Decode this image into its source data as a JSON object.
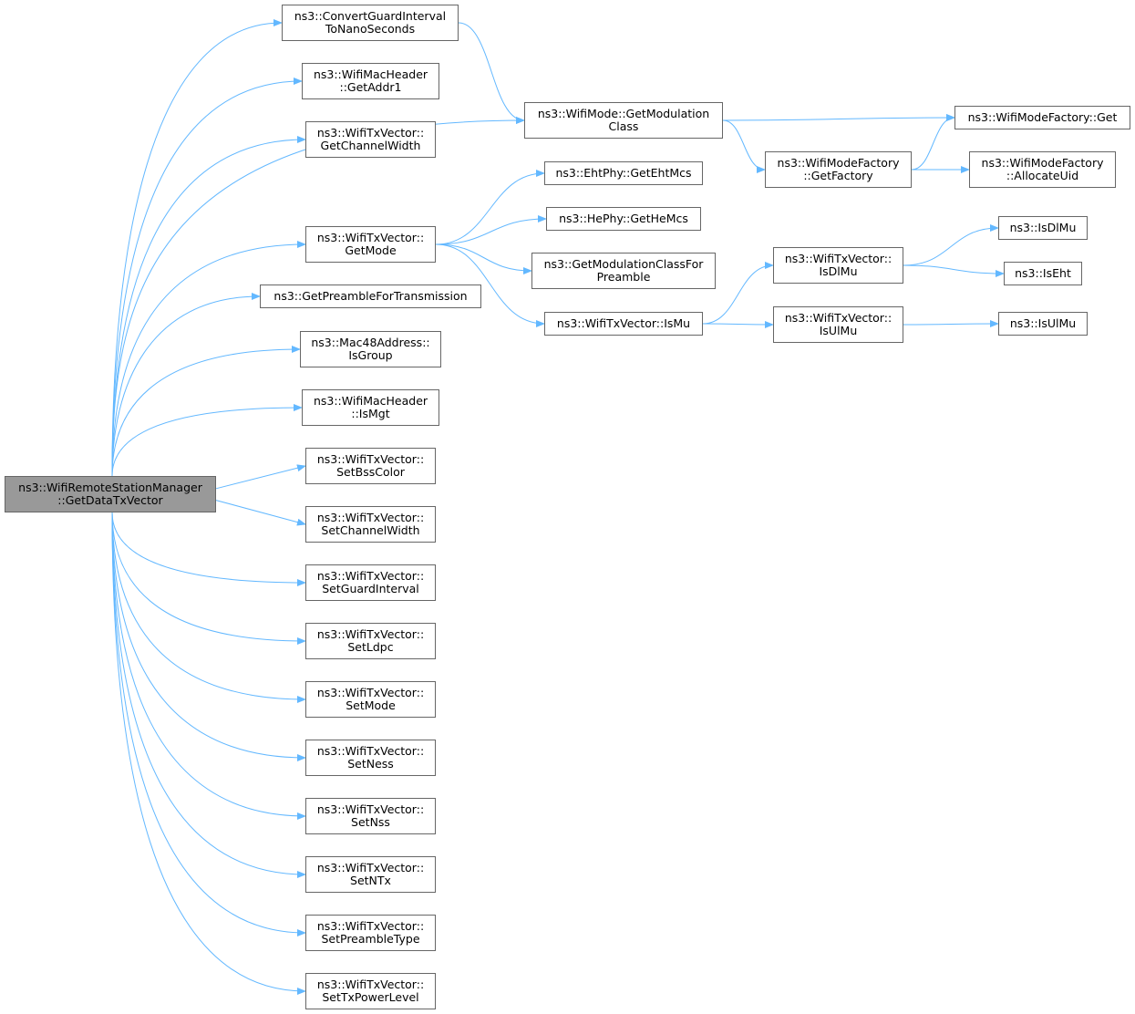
{
  "colors": {
    "edge": "#63b8ff",
    "node_border": "#666666",
    "root_fill": "#999999"
  },
  "nodes": {
    "root": [
      "ns3::WifiRemoteStationManager",
      "::GetDataTxVector"
    ],
    "convert_gi": [
      "ns3::ConvertGuardInterval",
      "ToNanoSeconds"
    ],
    "get_addr1": [
      "ns3::WifiMacHeader",
      "::GetAddr1"
    ],
    "get_channel_width": [
      "ns3::WifiTxVector::",
      "GetChannelWidth"
    ],
    "get_mode": [
      "ns3::WifiTxVector::",
      "GetMode"
    ],
    "get_preamble_tx": [
      "ns3::GetPreambleForTransmission"
    ],
    "is_group": [
      "ns3::Mac48Address::",
      "IsGroup"
    ],
    "is_mgt": [
      "ns3::WifiMacHeader",
      "::IsMgt"
    ],
    "set_bss_color": [
      "ns3::WifiTxVector::",
      "SetBssColor"
    ],
    "set_channel_width": [
      "ns3::WifiTxVector::",
      "SetChannelWidth"
    ],
    "set_guard_interval": [
      "ns3::WifiTxVector::",
      "SetGuardInterval"
    ],
    "set_ldpc": [
      "ns3::WifiTxVector::",
      "SetLdpc"
    ],
    "set_mode": [
      "ns3::WifiTxVector::",
      "SetMode"
    ],
    "set_ness": [
      "ns3::WifiTxVector::",
      "SetNess"
    ],
    "set_nss": [
      "ns3::WifiTxVector::",
      "SetNss"
    ],
    "set_ntx": [
      "ns3::WifiTxVector::",
      "SetNTx"
    ],
    "set_preamble_type": [
      "ns3::WifiTxVector::",
      "SetPreambleType"
    ],
    "set_tx_power_level": [
      "ns3::WifiTxVector::",
      "SetTxPowerLevel"
    ],
    "get_modulation_class": [
      "ns3::WifiMode::GetModulation",
      "Class"
    ],
    "get_eht_mcs": [
      "ns3::EhtPhy::GetEhtMcs"
    ],
    "get_he_mcs": [
      "ns3::HePhy::GetHeMcs"
    ],
    "get_mod_class_for_preamble": [
      "ns3::GetModulationClassFor",
      "Preamble"
    ],
    "is_mu": [
      "ns3::WifiTxVector::IsMu"
    ],
    "factory_get": [
      "ns3::WifiModeFactory::Get"
    ],
    "get_factory": [
      "ns3::WifiModeFactory",
      "::GetFactory"
    ],
    "allocate_uid": [
      "ns3::WifiModeFactory",
      "::AllocateUid"
    ],
    "tx_is_dl_mu": [
      "ns3::WifiTxVector::",
      "IsDlMu"
    ],
    "tx_is_ul_mu": [
      "ns3::WifiTxVector::",
      "IsUlMu"
    ],
    "is_dl_mu": [
      "ns3::IsDlMu"
    ],
    "is_eht": [
      "ns3::IsEht"
    ],
    "is_ul_mu": [
      "ns3::IsUlMu"
    ]
  },
  "edges": [
    [
      "root",
      "convert_gi"
    ],
    [
      "root",
      "get_addr1"
    ],
    [
      "root",
      "get_channel_width"
    ],
    [
      "root",
      "get_modulation_class"
    ],
    [
      "root",
      "get_mode"
    ],
    [
      "root",
      "get_preamble_tx"
    ],
    [
      "root",
      "is_group"
    ],
    [
      "root",
      "is_mgt"
    ],
    [
      "root",
      "set_bss_color"
    ],
    [
      "root",
      "set_channel_width"
    ],
    [
      "root",
      "set_guard_interval"
    ],
    [
      "root",
      "set_ldpc"
    ],
    [
      "root",
      "set_mode"
    ],
    [
      "root",
      "set_ness"
    ],
    [
      "root",
      "set_nss"
    ],
    [
      "root",
      "set_ntx"
    ],
    [
      "root",
      "set_preamble_type"
    ],
    [
      "root",
      "set_tx_power_level"
    ],
    [
      "convert_gi",
      "get_modulation_class"
    ],
    [
      "get_mode",
      "get_eht_mcs"
    ],
    [
      "get_mode",
      "get_he_mcs"
    ],
    [
      "get_mode",
      "get_mod_class_for_preamble"
    ],
    [
      "get_mode",
      "is_mu"
    ],
    [
      "get_modulation_class",
      "factory_get"
    ],
    [
      "get_modulation_class",
      "get_factory"
    ],
    [
      "get_factory",
      "factory_get"
    ],
    [
      "get_factory",
      "allocate_uid"
    ],
    [
      "is_mu",
      "tx_is_dl_mu"
    ],
    [
      "is_mu",
      "tx_is_ul_mu"
    ],
    [
      "tx_is_dl_mu",
      "is_dl_mu"
    ],
    [
      "tx_is_dl_mu",
      "is_eht"
    ],
    [
      "tx_is_ul_mu",
      "is_ul_mu"
    ]
  ]
}
